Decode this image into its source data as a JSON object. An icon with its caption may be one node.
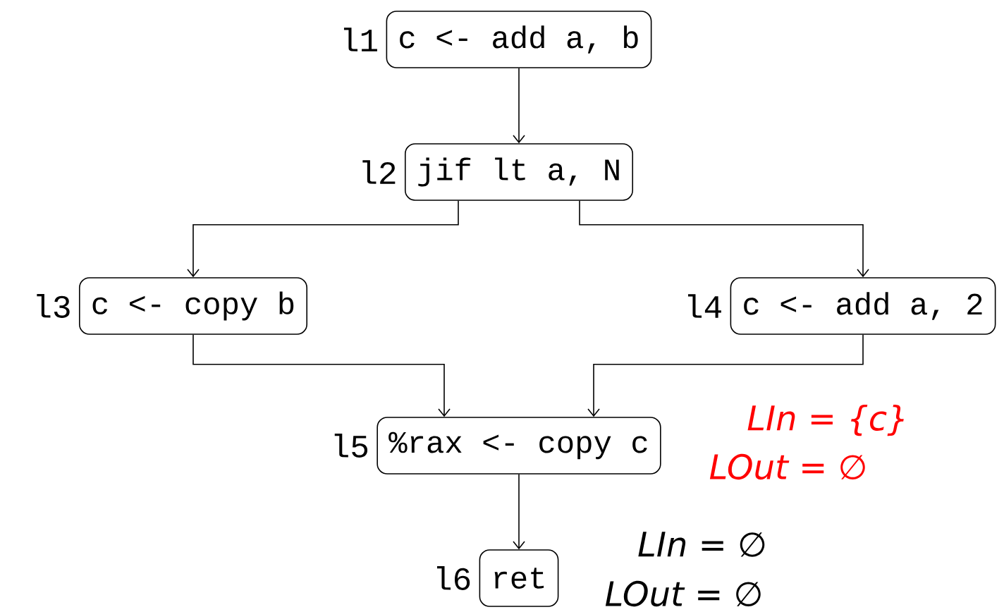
{
  "diagram": {
    "nodes": [
      {
        "text": [
          "c <- add a, b"
        ],
        "beside": [
          "l1"
        ]
      },
      {
        "text": [
          "jif lt a, N"
        ],
        "beside": [
          "l2"
        ]
      },
      {
        "text": [
          "c <- copy b"
        ],
        "beside": [
          "l3"
        ]
      },
      {
        "text": [
          "c <- add a, 2"
        ],
        "beside": [
          "l4"
        ]
      },
      {
        "text": [
          "%rax <- copy c"
        ],
        "beside": [
          "l5"
        ]
      },
      {
        "text": [
          "ret"
        ],
        "beside": [
          "l6"
        ]
      }
    ],
    "edges": [
      {
        "from": 0,
        "to": 1,
        "arrow": "to"
      },
      {
        "from": 1,
        "to": 2,
        "arrow": "to"
      },
      {
        "from": 1,
        "to": 3,
        "arrow": "to"
      },
      {
        "from": 2,
        "to": 4,
        "arrow": "to"
      },
      {
        "from": 3,
        "to": 4,
        "arrow": "to"
      },
      {
        "from": 4,
        "to": 5,
        "arrow": "to"
      }
    ],
    "labels": [
      "LIn = {c}",
      "LOut = ∅",
      "LIn = ∅",
      "LOut = ∅"
    ]
  }
}
